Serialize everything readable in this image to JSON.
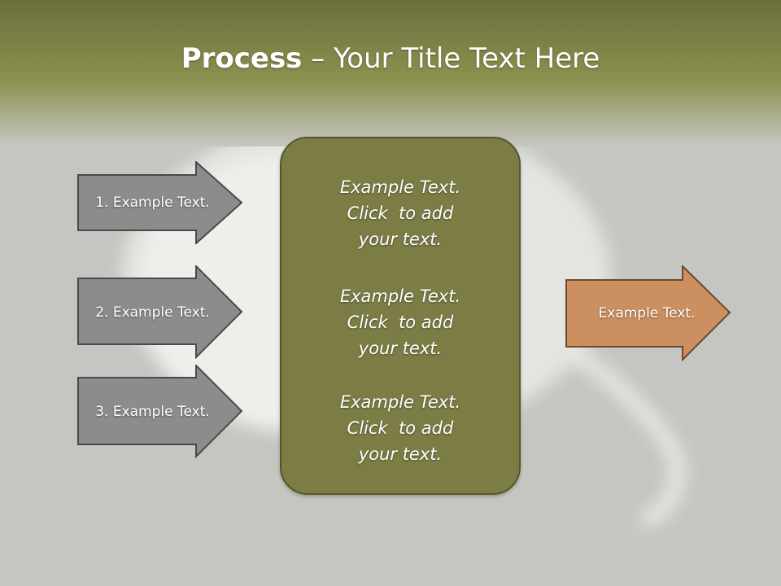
{
  "title": {
    "bold": "Process",
    "rest": " – Your Title Text Here"
  },
  "left_arrows": [
    {
      "label": "1. Example Text."
    },
    {
      "label": "2. Example Text."
    },
    {
      "label": "3. Example Text."
    }
  ],
  "center_box": {
    "items": [
      {
        "lines": [
          "Example Text.",
          "Click  to add",
          "your text."
        ]
      },
      {
        "lines": [
          "Example Text.",
          "Click  to add",
          "your text."
        ]
      },
      {
        "lines": [
          "Example Text.",
          "Click  to add",
          "your text."
        ]
      }
    ]
  },
  "right_arrow": {
    "label": "Example Text."
  },
  "colors": {
    "header_green": "#8b8f4e",
    "background_gray": "#c6c7c2",
    "left_arrow_fill": "#8c8c8c",
    "center_box_fill": "#7c7d45",
    "right_arrow_fill": "#cc8f5f"
  }
}
